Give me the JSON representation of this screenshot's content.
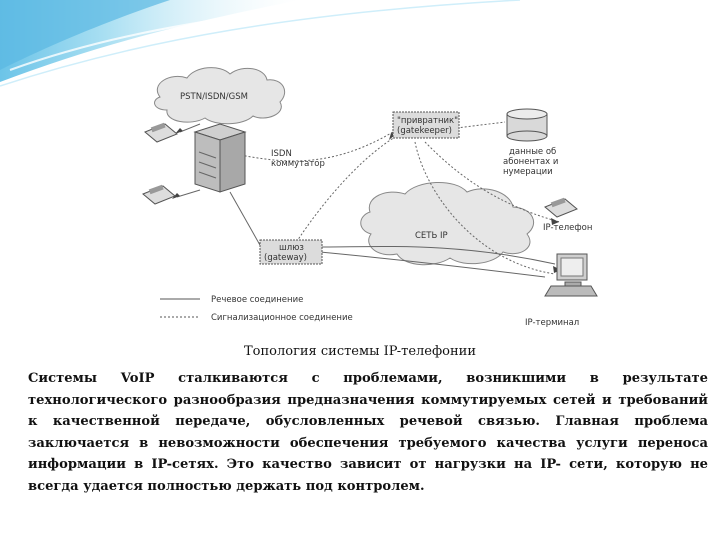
{
  "diagram": {
    "pstn_cloud_label": "PSTN/ISDN/GSM",
    "isdn_switch_label": [
      "ISDN",
      "коммутатор"
    ],
    "gatekeeper_label": [
      "\"привратник\"",
      "(gatekeeper)"
    ],
    "database_label": [
      "данные об",
      "абонентах и",
      "нумерации"
    ],
    "ip_network_label": "СЕТЬ IP",
    "gateway_label": [
      "шлюз",
      "(gateway)"
    ],
    "ip_phone_label": "IP-телефон",
    "ip_terminal_label": "IP-терминал",
    "legend": {
      "voice": "Речевое соединение",
      "signaling": "Сигнализационное соединение"
    }
  },
  "caption": "Топология системы IP-телефонии",
  "body_text": "Системы VoIP сталкиваются с проблемами, возникшими в результате технологического разнообразия предназначения коммутируемых сетей и требований к качественной передаче, обусловленных речевой связью. Главная проблема заключается в невозможности обеспечения требуемого качества услуги переноса информации в IP-сетях. Это качество зависит от нагрузки на IP- сети, которую не всегда удается полностью держать под контролем."
}
